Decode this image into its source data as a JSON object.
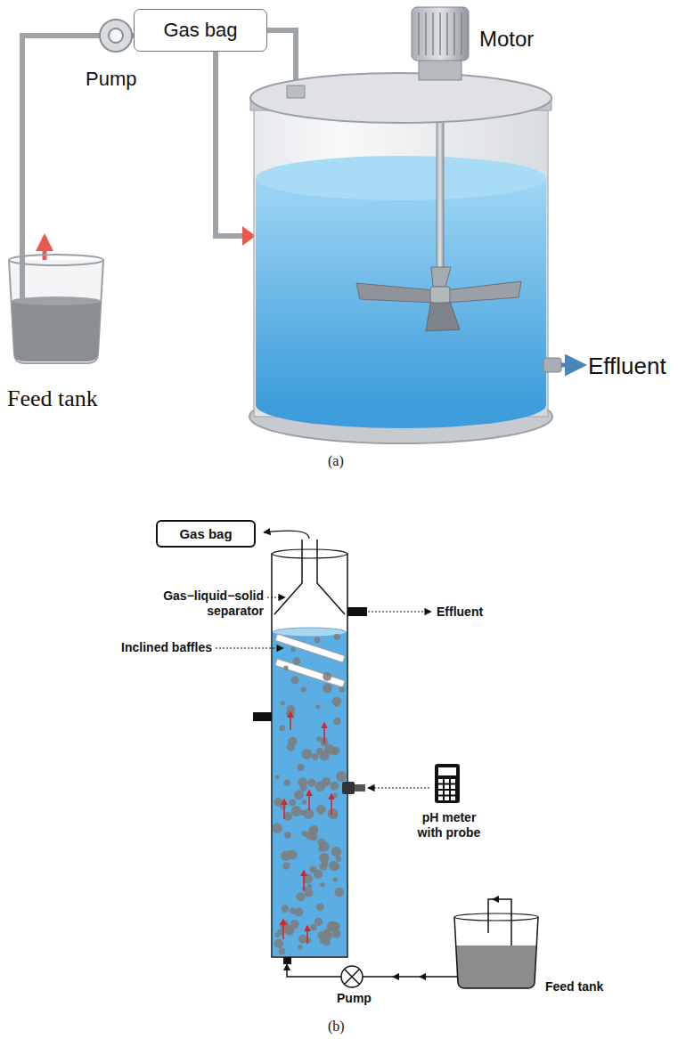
{
  "diagram": {
    "nodes": [
      {
        "text": [
          "Gas bag"
        ]
      },
      {
        "text": [
          "Gas bag"
        ]
      }
    ],
    "labels": [
      "Motor",
      "Pump",
      "Feed tank",
      "Effluent",
      "(a)",
      "Gas−liquid−solid separator",
      "Inclined baffles",
      "Effluent",
      "pH meter with probe",
      "Pump",
      "Feed tank",
      "(b)"
    ]
  }
}
